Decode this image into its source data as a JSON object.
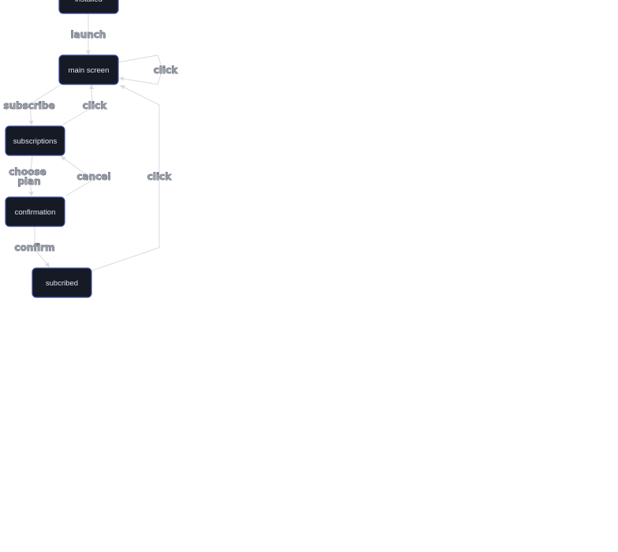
{
  "diagram": {
    "nodes": [
      {
        "id": "installed",
        "label": "installed"
      },
      {
        "id": "main",
        "label": "main screen"
      },
      {
        "id": "subs",
        "label": "subscriptions"
      },
      {
        "id": "conf",
        "label": "confirmation"
      },
      {
        "id": "subscribed",
        "label": "subcribed"
      }
    ],
    "edges": [
      {
        "from": "installed",
        "to": "main",
        "label": "launch"
      },
      {
        "from": "main",
        "to": "main",
        "label": "click"
      },
      {
        "from": "main",
        "to": "subs",
        "label": "subscribe"
      },
      {
        "from": "subs",
        "to": "main",
        "label": "click"
      },
      {
        "from": "subs",
        "to": "conf",
        "label": [
          "choose",
          "plan"
        ]
      },
      {
        "from": "conf",
        "to": "subs",
        "label": "cancel"
      },
      {
        "from": "conf",
        "to": "subscribed",
        "label": "confirm"
      },
      {
        "from": "subscribed",
        "to": "main",
        "label": "click"
      }
    ]
  },
  "colors": {
    "node_fill": "#151a24",
    "node_border": "#3b4a9e",
    "node_text": "#dfe3ea",
    "edge": "#d9dbe0",
    "label_text": "#9aa1ad",
    "label_outline": "#3a3f4a"
  }
}
